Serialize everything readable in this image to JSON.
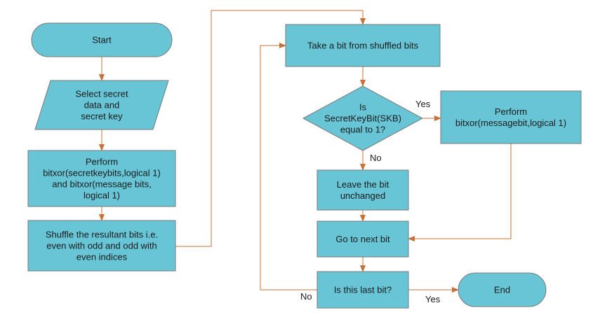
{
  "colors": {
    "node_fill": "#67C5D6",
    "node_stroke": "#7a7a7a",
    "connector": "#C8703A",
    "text": "#1a1a1a"
  },
  "nodes": {
    "start": {
      "shape": "terminator",
      "lines": [
        "Start"
      ]
    },
    "select": {
      "shape": "parallelogram",
      "lines": [
        "Select secret",
        "data and",
        "secret key"
      ]
    },
    "perform_xor": {
      "shape": "process",
      "lines": [
        "Perform",
        "bitxor(secretkeybits,logical 1)",
        "and bitxor(message bits,",
        "logical 1)"
      ]
    },
    "shuffle": {
      "shape": "process",
      "lines": [
        "Shuffle the resultant bits i.e.",
        "even with odd and odd with",
        "even indices"
      ]
    },
    "take_bit": {
      "shape": "process",
      "lines": [
        "Take a bit from shuffled bits"
      ]
    },
    "is_skb": {
      "shape": "decision",
      "lines": [
        "Is",
        "SecretKeyBit(SKB)",
        "equal to 1?"
      ]
    },
    "perform_msg": {
      "shape": "process",
      "lines": [
        "Perform",
        "bitxor(messagebit,logical 1)"
      ]
    },
    "leave_bit": {
      "shape": "process",
      "lines": [
        "Leave the bit",
        "unchanged"
      ]
    },
    "next_bit": {
      "shape": "process",
      "lines": [
        "Go to next bit"
      ]
    },
    "is_last": {
      "shape": "process",
      "lines": [
        "Is this last bit?"
      ]
    },
    "end": {
      "shape": "terminator",
      "lines": [
        "End"
      ]
    }
  },
  "edges": [
    {
      "from": "start",
      "to": "select",
      "label": ""
    },
    {
      "from": "select",
      "to": "perform_xor",
      "label": ""
    },
    {
      "from": "perform_xor",
      "to": "shuffle",
      "label": ""
    },
    {
      "from": "shuffle",
      "to": "take_bit",
      "label": ""
    },
    {
      "from": "take_bit",
      "to": "is_skb",
      "label": ""
    },
    {
      "from": "is_skb",
      "to": "perform_msg",
      "label": "Yes"
    },
    {
      "from": "is_skb",
      "to": "leave_bit",
      "label": "No"
    },
    {
      "from": "perform_msg",
      "to": "next_bit",
      "label": ""
    },
    {
      "from": "leave_bit",
      "to": "next_bit",
      "label": ""
    },
    {
      "from": "next_bit",
      "to": "is_last",
      "label": ""
    },
    {
      "from": "is_last",
      "to": "end",
      "label": "Yes"
    },
    {
      "from": "is_last",
      "to": "take_bit",
      "label": "No"
    }
  ]
}
